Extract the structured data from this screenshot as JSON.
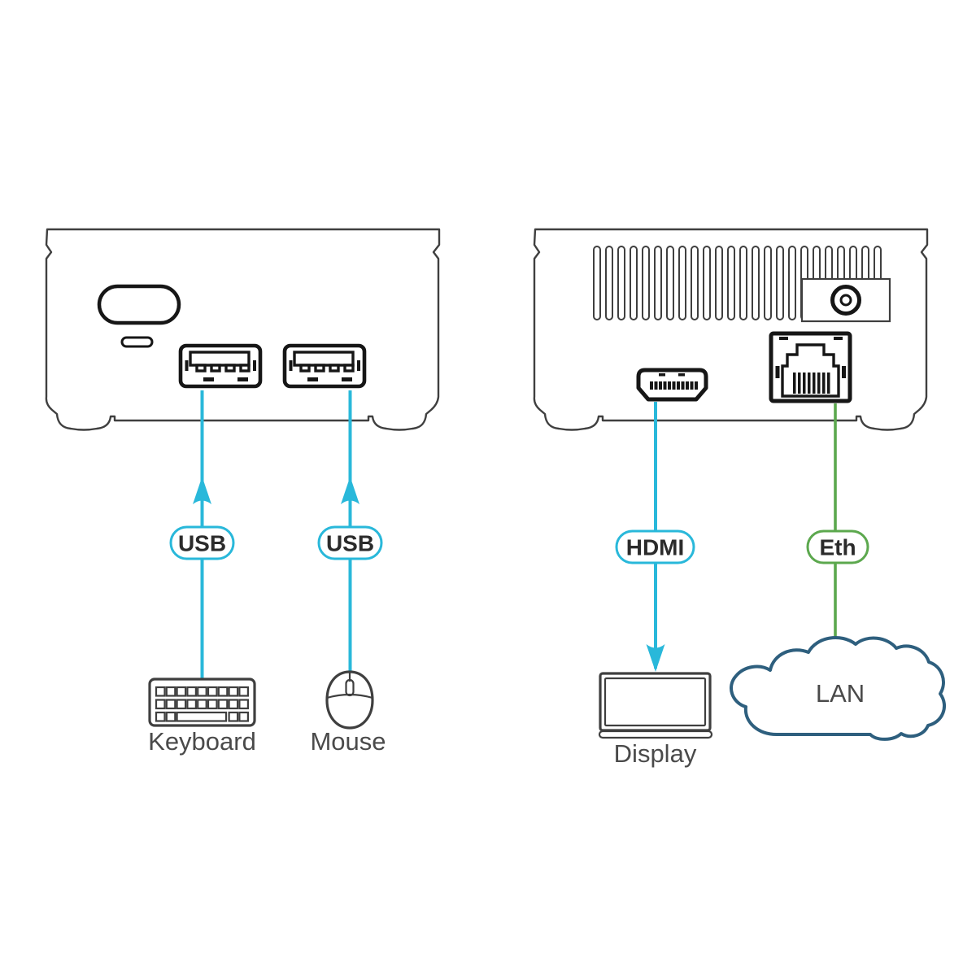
{
  "connections": [
    {
      "label": "USB",
      "endpoint": "Keyboard"
    },
    {
      "label": "USB",
      "endpoint": "Mouse"
    },
    {
      "label": "HDMI",
      "endpoint": "Display"
    },
    {
      "label": "Eth",
      "endpoint": "LAN"
    }
  ],
  "colors": {
    "cable_cyan": "#29B8DA",
    "cable_green": "#5CA84E",
    "cloud_navy": "#2E5F7E",
    "outline_gray": "#3F3F3F",
    "port_black": "#161616",
    "label_gray": "#4A4A4A",
    "pill_text": "#2B2B2B",
    "background": "#FFFFFF"
  }
}
